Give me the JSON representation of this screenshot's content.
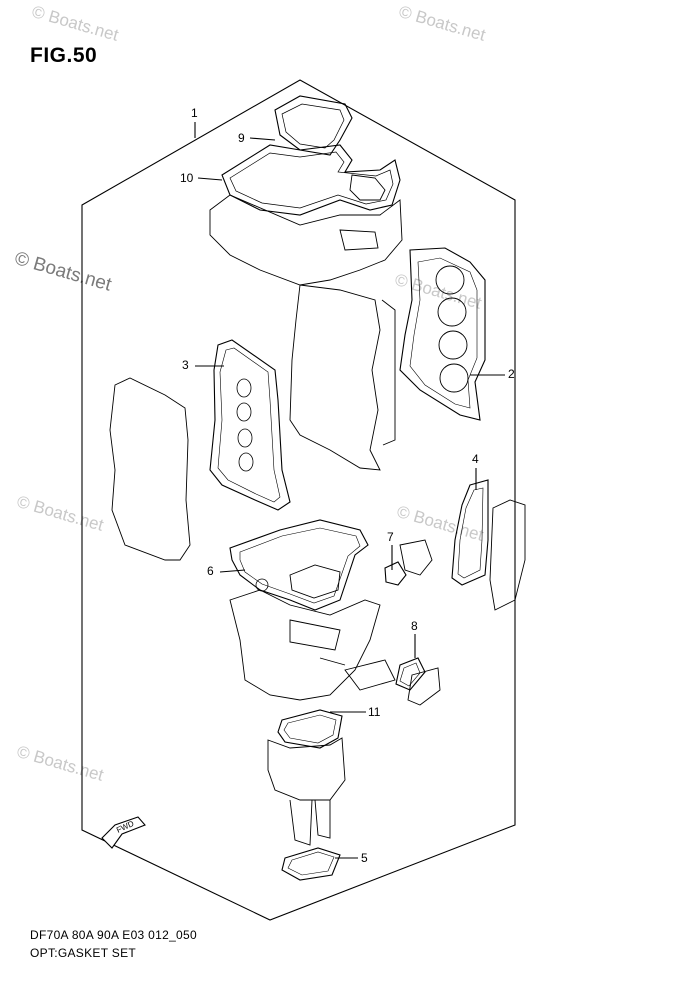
{
  "title": "FIG.50",
  "footer": {
    "line1": "DF70A 80A 90A E03 012_050",
    "line2": "OPT:GASKET SET"
  },
  "watermarks": [
    "© Boats.net",
    "© Boats.net",
    "© Boats.net",
    "© Boats.net",
    "© Boats.net",
    "© Boats.net",
    "© Boats.net"
  ],
  "callouts": [
    "1",
    "2",
    "3",
    "4",
    "5",
    "6",
    "7",
    "8",
    "9",
    "10",
    "11"
  ],
  "fwd_label": "FWD",
  "colors": {
    "line": "#000000",
    "watermark": "#c8c8c8",
    "watermark_dark": "#7a7a7a"
  }
}
